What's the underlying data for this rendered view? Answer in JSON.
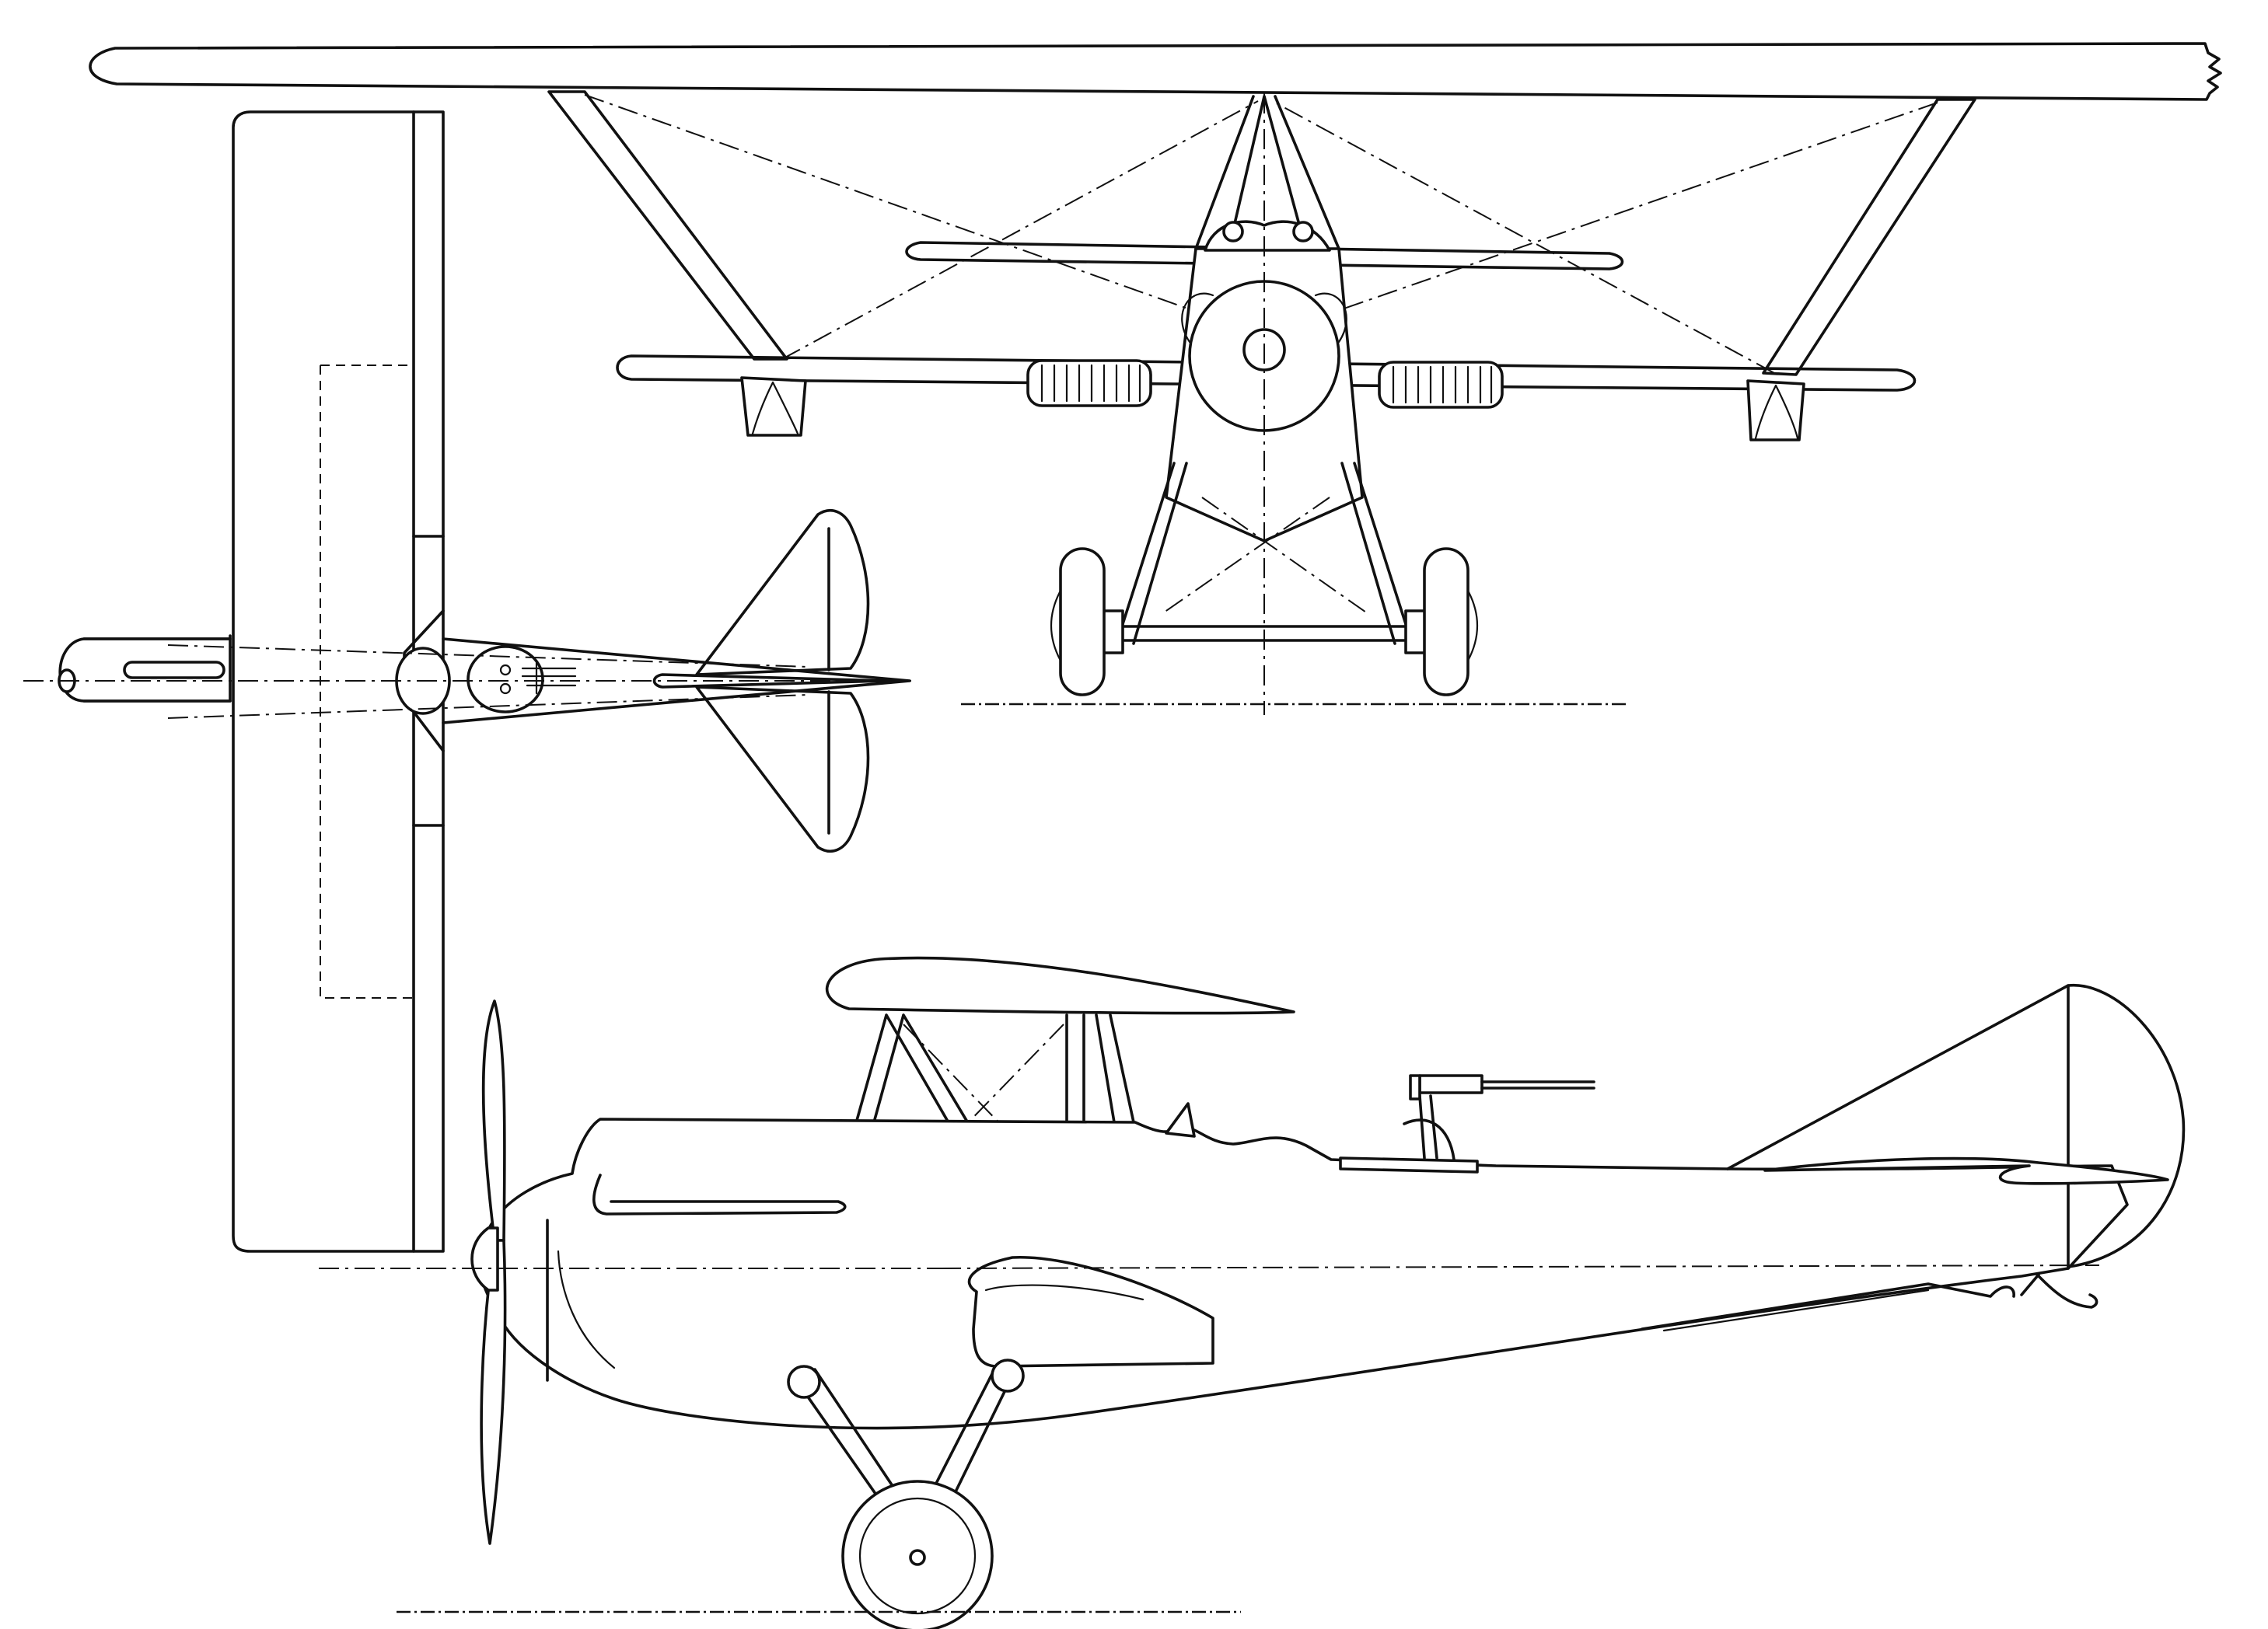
{
  "drawing": {
    "type": "three-view aircraft drawing",
    "views": [
      "front",
      "plan",
      "side"
    ],
    "line_color": "#111111",
    "background_color": "#ffffff"
  }
}
